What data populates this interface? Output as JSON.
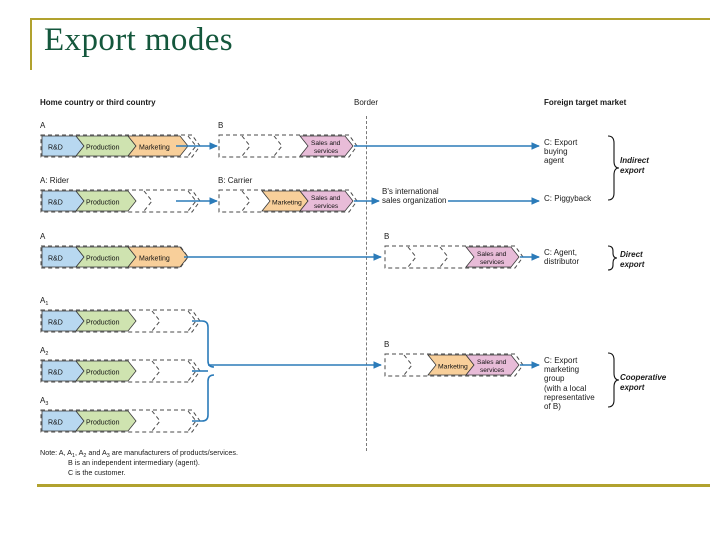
{
  "slide": {
    "title": "Export modes",
    "accent_color": "#b1a22e",
    "title_color": "#14573c",
    "background": "#ffffff"
  },
  "figure": {
    "columns": {
      "home": "Home country or third country",
      "border": "Border",
      "foreign": "Foreign target market"
    },
    "palette": {
      "rnd": "#b8d8f0",
      "production": "#cfe3b0",
      "marketing": "#f8cf9a",
      "sales": "#e8bcd8",
      "empty": "#ffffff",
      "arrow": "#2b7bb9",
      "outline": "#3a3a3a",
      "dash": "#4a4a4a"
    },
    "stage_labels": {
      "rnd": "R&D",
      "production": "Production",
      "marketing": "Marketing",
      "sales": "Sales and\nservices"
    },
    "rows": [
      {
        "id": "row-indirect-buying-agent",
        "left_actor": "A",
        "left_stages": [
          "rnd",
          "production",
          "marketing",
          "empty",
          "empty"
        ],
        "mid_actor": "B",
        "mid_stages": [
          "empty",
          "empty",
          "empty",
          "sales"
        ],
        "destination": "C: Export\nbuying\nagent"
      },
      {
        "id": "row-indirect-piggyback",
        "left_actor": "A: Rider",
        "left_stages": [
          "rnd",
          "production",
          "empty",
          "empty",
          "empty"
        ],
        "mid_actor": "B: Carrier",
        "mid_stages": [
          "empty",
          "empty",
          "marketing",
          "sales"
        ],
        "intermediate": "B's international\nsales organization",
        "destination": "C: Piggyback"
      },
      {
        "id": "row-direct-agent-distributor",
        "left_actor": "A",
        "left_stages": [
          "rnd",
          "production",
          "marketing",
          "empty"
        ],
        "mid_actor": "B",
        "mid_stages": [
          "empty",
          "empty",
          "empty",
          "sales"
        ],
        "destination": "C: Agent,\ndistributor"
      },
      {
        "id": "row-cooperative-export-group",
        "left_actors": [
          "A1",
          "A2",
          "A3"
        ],
        "left_stages": [
          "rnd",
          "production",
          "empty",
          "empty",
          "empty"
        ],
        "mid_actor": "B",
        "mid_stages": [
          "empty",
          "empty",
          "marketing",
          "sales"
        ],
        "destination": "C: Export\nmarketing\ngroup\n(with a local\nrepresentative\nof B)"
      }
    ],
    "braces": [
      {
        "id": "brace-indirect-export",
        "label": "Indirect\nexport"
      },
      {
        "id": "brace-direct-export",
        "label": "Direct\nexport"
      },
      {
        "id": "brace-cooperative-export",
        "label": "Cooperative\nexport"
      }
    ],
    "note": {
      "line1": "Note: A, A1, A2 and A3 are manufacturers of products/services.",
      "line2": "B is an independent intermediary (agent).",
      "line3": "C is the customer."
    },
    "actor_labels": {
      "a": "A",
      "a_rider": "A: Rider",
      "b": "B",
      "b_carrier": "B: Carrier",
      "a1": "A",
      "a2": "A",
      "a3": "A",
      "a1_sub": "1",
      "a2_sub": "2",
      "a3_sub": "3"
    }
  }
}
